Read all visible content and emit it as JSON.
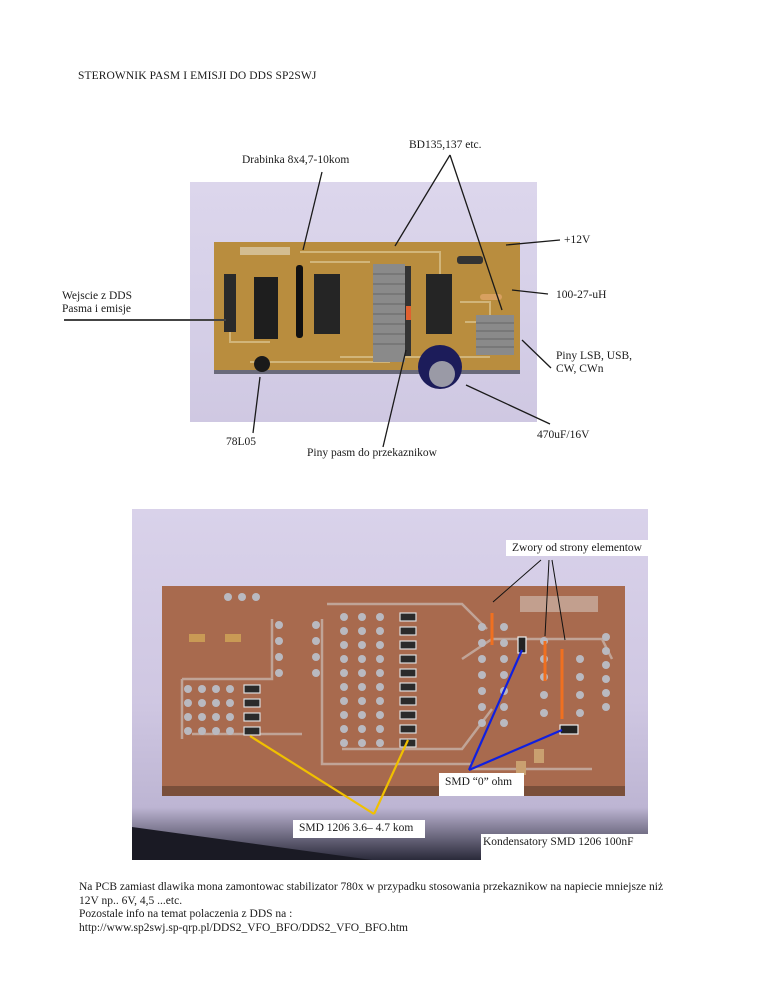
{
  "document": {
    "title": "STEROWNIK PASM I EMISJI DO DDS SP2SWJ"
  },
  "photo_top": {
    "description": "Component side of PCB",
    "labels": {
      "bd135": "BD135,137 etc.",
      "drabinka": "Drabinka 8x4,7-10kom",
      "plus12v": "+12V",
      "wejscie_line1": "Wejscie z DDS",
      "wejscie_line2": "Pasma i emisje",
      "inductor": "100-27-uH",
      "piny_lsb_line1": "Piny LSB, USB,",
      "piny_lsb_line2": "CW, CWn",
      "cap": "470uF/16V",
      "reg": "78L05",
      "piny_pasm": "Piny pasm do przekaznikow"
    }
  },
  "photo_bottom": {
    "description": "Solder side of PCB",
    "labels": {
      "zwory": "Zwory od strony elementow",
      "smd_zero": "SMD “0” ohm",
      "smd_resistors": "SMD 1206 3.6– 4.7 kom",
      "kondensatory": "Kondensatory SMD 1206 100nF"
    },
    "colors": {
      "jumper_wire": "#f07020",
      "smd_zero_pointer": "#1020e0",
      "smd_resistor_pointer": "#f0c000"
    }
  },
  "footer": {
    "line1": "Na PCB zamiast dlawika  mona zamontowac stabilizator 780x    w przypadku stosowania przekaznikow na napiecie mniejsze niż",
    "line2": "12V np.. 6V, 4,5 ...etc.",
    "line3": "Pozostale info na temat polaczenia z DDS na :",
    "line4": "http://www.sp2swj.sp-qrp.pl/DDS2_VFO_BFO/DDS2_VFO_BFO.htm"
  }
}
